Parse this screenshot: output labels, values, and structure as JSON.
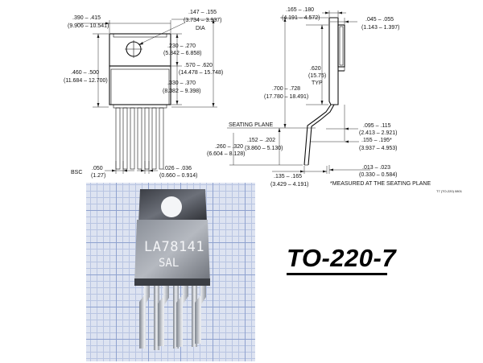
{
  "package_name": "TO-220-7",
  "chip_marking": {
    "line1": "LA78141",
    "line2": "SAL"
  },
  "front_view": {
    "body_width": ".390 – .415",
    "body_width_mm": "(9.906 – 10.541)",
    "hole_dia": ".147 – .155",
    "hole_dia_mm": "(3.734 – 3.937)",
    "hole_dia_note": "DIA",
    "hole_offset": ".230 – .270",
    "hole_offset_mm": "(5.842 – 6.858)",
    "overall_height": ".570 – .620",
    "overall_height_mm": "(14.478 – 15.748)",
    "body_height": ".460 – .500",
    "body_height_mm": "(11.684 – 12.700)",
    "tab_to_body": ".330 – .370",
    "tab_to_body_mm": "(8.382 – 9.398)",
    "bsc_label": "BSC",
    "pitch": ".050",
    "pitch_mm": "(1.27)",
    "lead_width": ".026 – .036",
    "lead_width_mm": "(0.660 – 0.914)"
  },
  "side_view": {
    "thickness": ".165 – .180",
    "thickness_mm": "(4.191 – 4.572)",
    "tab_thickness": ".045 – .055",
    "tab_thickness_mm": "(1.143 – 1.397)",
    "typ_height": ".620",
    "typ_height_mm": "(15.75)",
    "typ_label": "TYP",
    "height_to_plane": ".700 – .728",
    "height_to_plane_mm": "(17.780 – 18.491)",
    "seating_plane_label": "SEATING PLANE",
    "lead_bend": ".152 – .202",
    "lead_bend_mm": "(3.860 – 5.130)",
    "lead_length": ".260 – .320",
    "lead_length_mm": "(6.604 – 8.128)",
    "lead_offset": ".095 – .115",
    "lead_offset_mm": "(2.413 – 2.921)",
    "lead_span": ".155 – .195*",
    "lead_span_mm": "(3.937 – 4.953)",
    "lead_foot": ".135 – .165",
    "lead_foot_mm": "(3.429 – 4.191)",
    "lead_thickness": ".013 – .023",
    "lead_thickness_mm": "(0.330 – 0.584)",
    "footnote": "*MEASURED AT THE SEATING PLANE",
    "drawing_id": "T7 (TO-220) 0801"
  },
  "colors": {
    "line": "#111111",
    "grid_major": "#8fa2cf",
    "grid_minor": "#b9c5e2",
    "grid_bg": "#dde3f1"
  }
}
